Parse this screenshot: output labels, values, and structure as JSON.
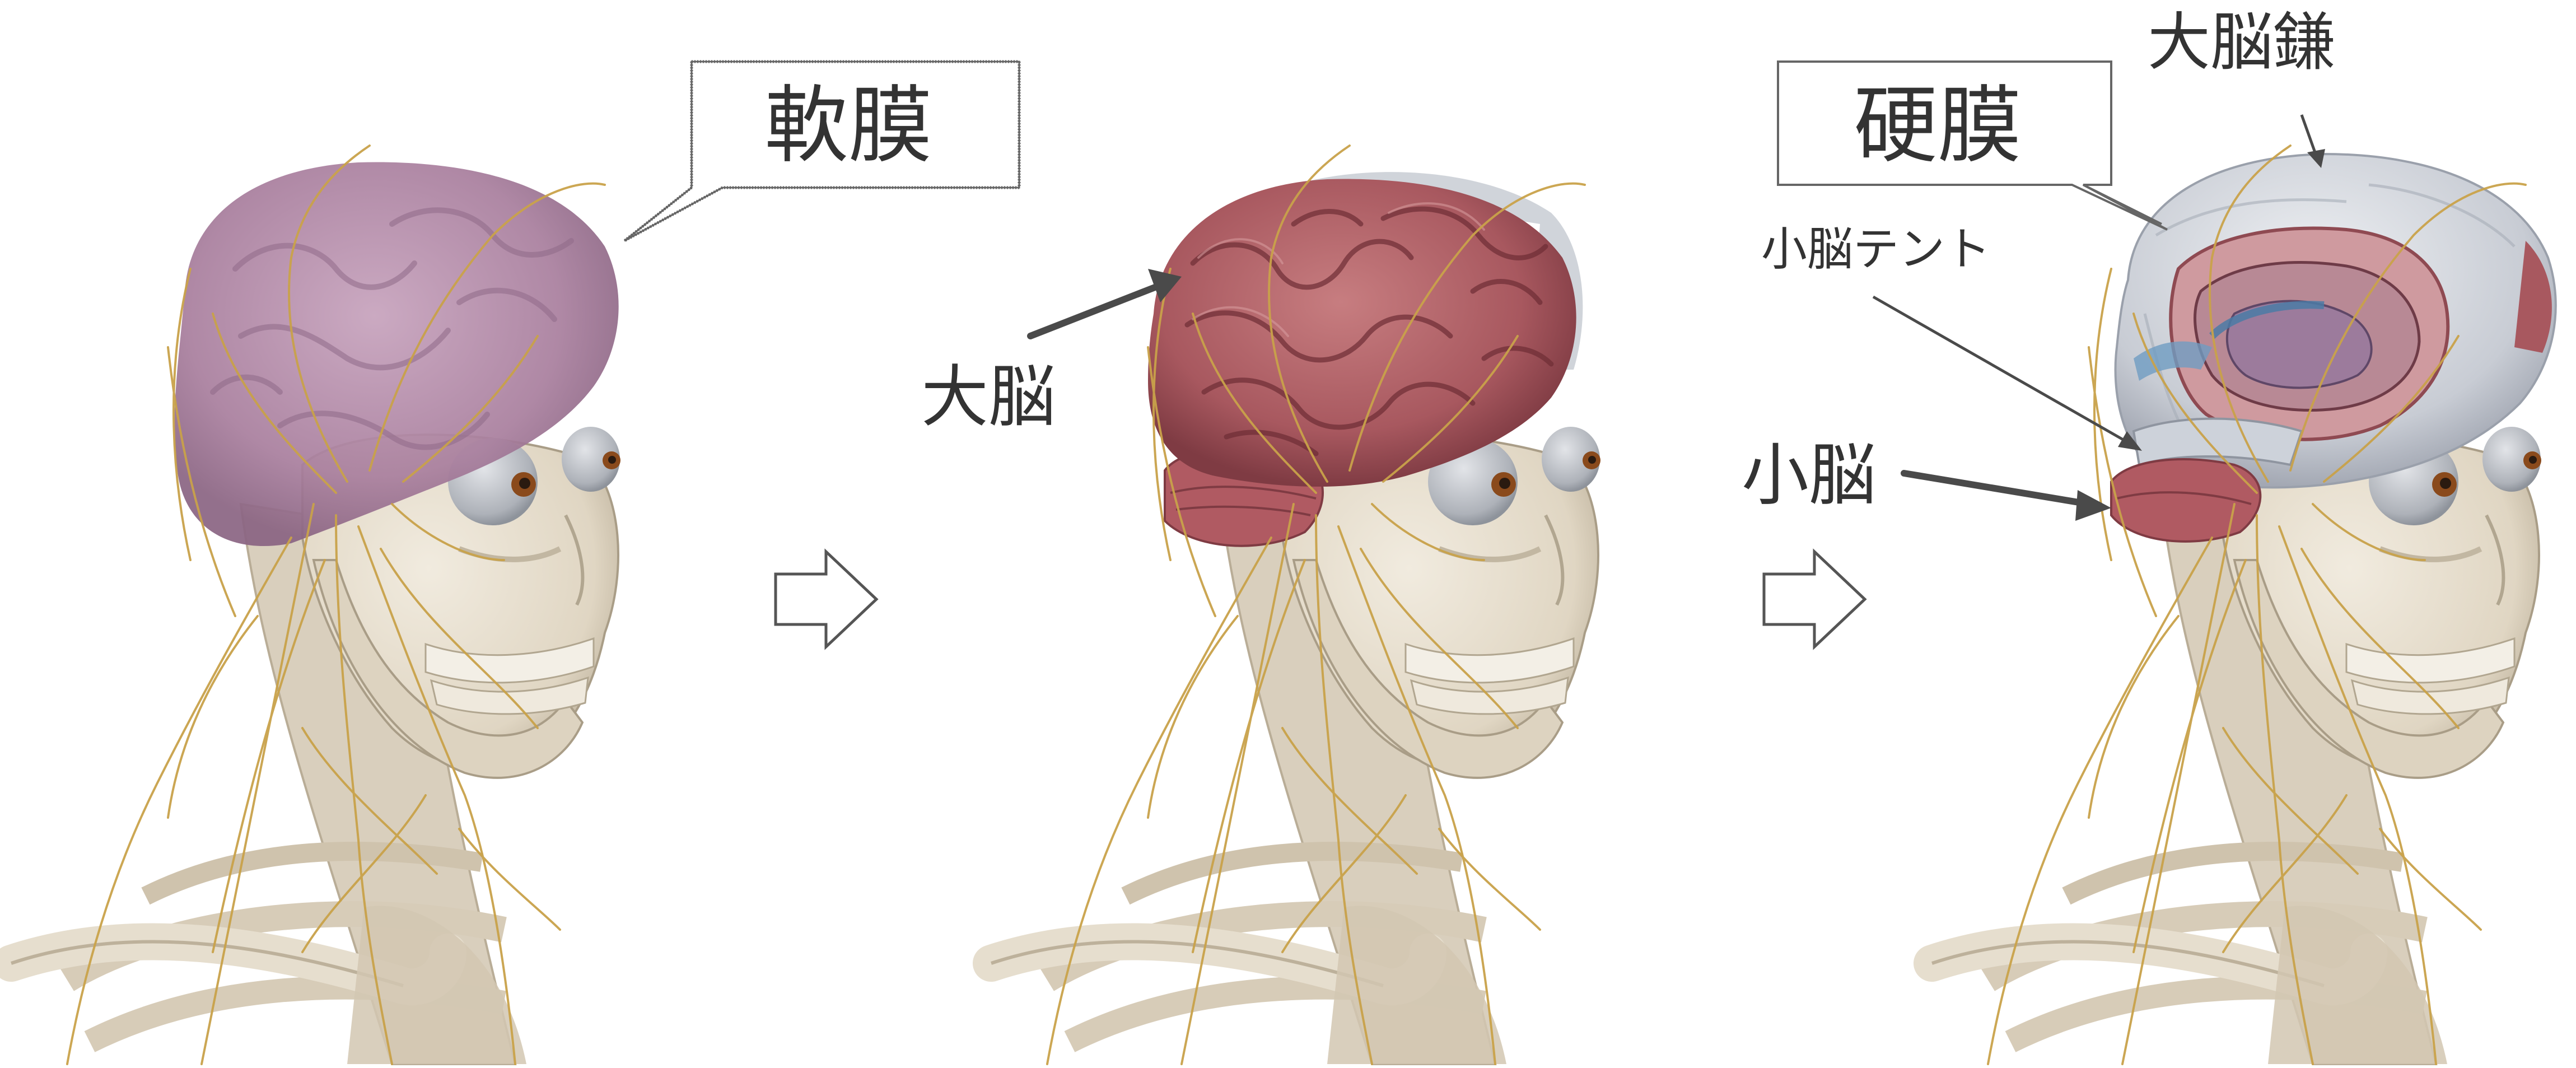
{
  "labels": {
    "pia_mater": "軟膜",
    "cerebrum": "大脳",
    "dura_mater": "硬膜",
    "falx_cerebri": "大脳鎌",
    "tentorium_cerebelli": "小脳テント",
    "cerebellum": "小脳"
  },
  "panels": [
    {
      "name": "pia-mater-view",
      "layer": "pia mater"
    },
    {
      "name": "cerebrum-view",
      "layer": "cerebrum"
    },
    {
      "name": "dura-mater-view",
      "layer": "dura mater"
    }
  ],
  "colors": {
    "bone": "#e4dccb",
    "bone_shadow": "#b9ad97",
    "nerve": "#c9a24a",
    "pia_mater": "#a97f9e",
    "cerebrum": "#a8585f",
    "cerebellum": "#b05a62",
    "dura": "#c8ccd4",
    "eye_white": "#b9bcc2",
    "iris": "#8a4a1c",
    "arrow": "#4a4a4a",
    "text": "#333333"
  }
}
